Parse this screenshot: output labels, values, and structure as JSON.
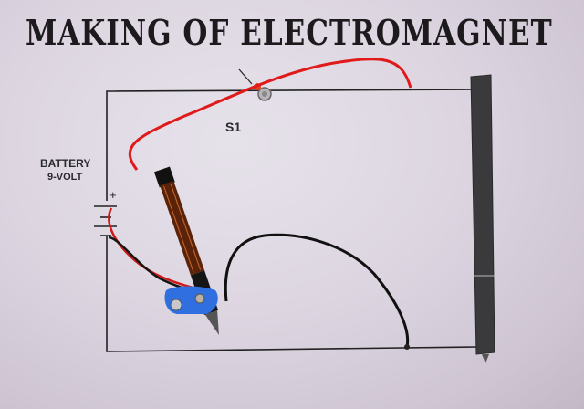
{
  "title": "MAKING OF ELECTROMAGNET",
  "labels": {
    "battery": "BATTERY",
    "voltage": "9-VOLT",
    "plus": "+",
    "switch": "S1"
  },
  "colors": {
    "board": "#ddd6e1",
    "circuit_line": "#222222",
    "red_wire": "#e01a1a",
    "black_wire": "#111111",
    "coil_copper": "#8a3a10",
    "battery_clip": "#2f6fe0",
    "iron_rod": "#3a3a3c"
  }
}
